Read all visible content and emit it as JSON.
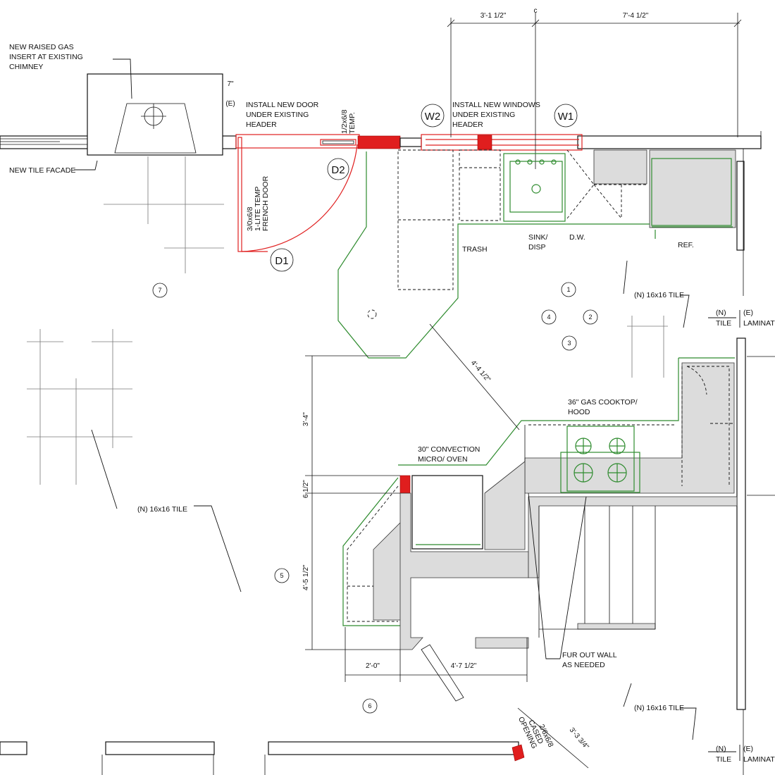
{
  "colors": {
    "accent_red": "#e01e1e",
    "accent_green": "#2e8b2e",
    "fill_gray": "#dcdcdc"
  },
  "notes": {
    "gas_insert": [
      "NEW RAISED GAS",
      "INSERT AT EXISTING",
      "CHIMNEY"
    ],
    "tile_facade": "NEW TILE FACADE",
    "new_door": [
      "INSTALL NEW DOOR",
      "UNDER EXISTING",
      "HEADER"
    ],
    "new_windows": [
      "INSTALL NEW WINDOWS",
      "UNDER EXISTING",
      "HEADER"
    ],
    "temp_header": [
      "1/2x6/8",
      "TEMP."
    ],
    "french_door": [
      "3/0x6/8",
      "1-LITE TEMP",
      "FRENCH DOOR"
    ],
    "trash": "TRASH",
    "sink": [
      "SINK/",
      "DISP"
    ],
    "dw": "D.W.",
    "ref": "REF.",
    "tile_upper": "(N) 16x16 TILE",
    "tile_left": "(N) 16x16 TILE",
    "tile_lower": "(N) 16x16 TILE",
    "cooktop": [
      "36\" GAS COOKTOP/",
      "HOOD"
    ],
    "micro": [
      "30\" CONVECTION",
      "MICRO/ OVEN"
    ],
    "fur_out": [
      "FUR OUT WALL",
      "AS NEEDED"
    ],
    "cased_opening": [
      "2/6x6/8",
      "CASED",
      "OPENING"
    ],
    "transition_upper": {
      "left": [
        "(N)",
        "TILE"
      ],
      "right": [
        "(E)",
        "LAMINATE"
      ]
    },
    "transition_lower": {
      "left": [
        "(N)",
        "TILE"
      ],
      "right": [
        "(E)",
        "LAMINATE"
      ]
    }
  },
  "tags": {
    "d1": "D1",
    "d2": "D2",
    "w1": "W1",
    "w2": "W2",
    "e": "(E)"
  },
  "dimensions": {
    "top_left": "3'-1 1/2\"",
    "top_right": "7'-4 1/2\"",
    "centerline": "c",
    "seven_in": "7\"",
    "diag": "4'-4 1/2\"",
    "v_3_4": "3'-4\"",
    "v_6_half": "6 1/2\"",
    "v_4_5": "4'-5 1/2\"",
    "h_2_0": "2'-0\"",
    "h_4_7": "4'-7 1/2\"",
    "diag_3_3": "3'-3 3/4\""
  },
  "callouts": [
    "1",
    "2",
    "3",
    "4",
    "5",
    "6",
    "7"
  ]
}
